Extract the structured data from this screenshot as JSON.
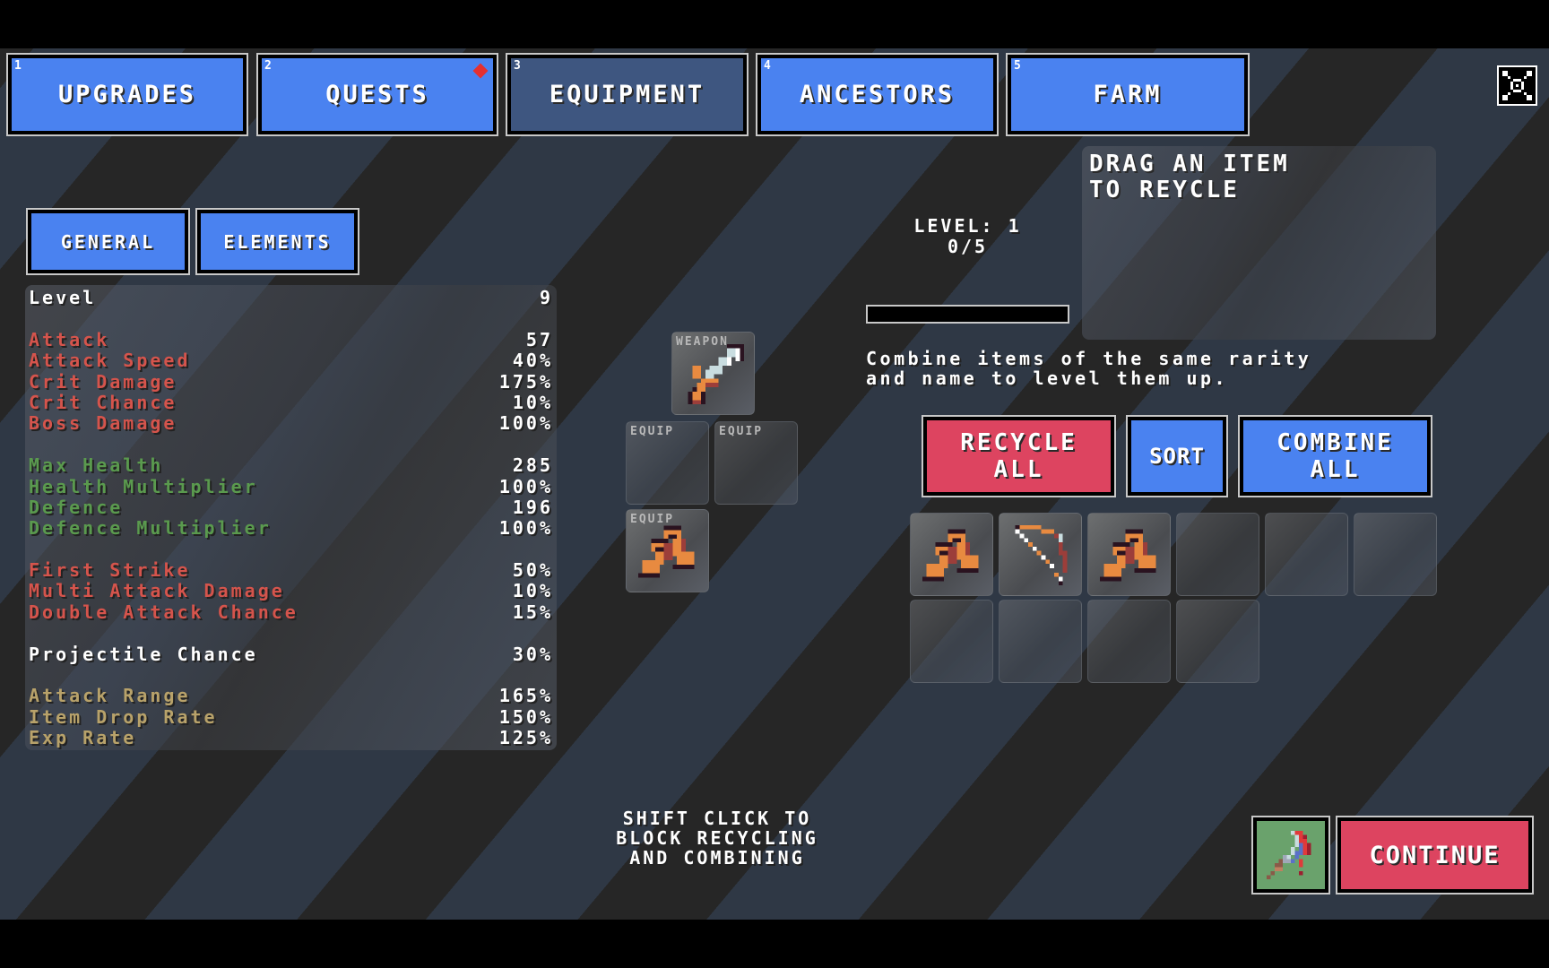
{
  "nav_tabs": [
    {
      "key": "1",
      "label": "UPGRADES",
      "active": false,
      "badge": false
    },
    {
      "key": "2",
      "label": "QUESTS",
      "active": false,
      "badge": true
    },
    {
      "key": "3",
      "label": "EQUIPMENT",
      "active": true,
      "badge": false
    },
    {
      "key": "4",
      "label": "ANCESTORS",
      "active": false,
      "badge": false
    },
    {
      "key": "5",
      "label": "FARM",
      "active": false,
      "badge": false
    }
  ],
  "fullscreen_icon": "expand-arrows-icon",
  "sub_tabs": [
    {
      "label": "GENERAL"
    },
    {
      "label": "ELEMENTS"
    }
  ],
  "stats": {
    "level": {
      "label": "Level",
      "value": "9"
    },
    "offense": [
      {
        "label": "Attack",
        "value": "57"
      },
      {
        "label": "Attack Speed",
        "value": "40%"
      },
      {
        "label": "Crit Damage",
        "value": "175%"
      },
      {
        "label": "Crit Chance",
        "value": "10%"
      },
      {
        "label": "Boss Damage",
        "value": "100%"
      }
    ],
    "defense": [
      {
        "label": "Max Health",
        "value": "285"
      },
      {
        "label": "Health Multiplier",
        "value": "100%"
      },
      {
        "label": "Defence",
        "value": "196"
      },
      {
        "label": "Defence Multiplier",
        "value": "100%"
      }
    ],
    "special": [
      {
        "label": "First Strike",
        "value": "50%"
      },
      {
        "label": "Multi Attack Damage",
        "value": "10%"
      },
      {
        "label": "Double Attack Chance",
        "value": "15%"
      }
    ],
    "projectile": {
      "label": "Projectile Chance",
      "value": "30%"
    },
    "utility": [
      {
        "label": "Attack Range",
        "value": "165%"
      },
      {
        "label": "Item Drop Rate",
        "value": "150%"
      },
      {
        "label": "Exp Rate",
        "value": "125%"
      }
    ]
  },
  "equipment_slots": {
    "weapon": {
      "label": "WEAPON",
      "item": "sword-icon"
    },
    "equip1": {
      "label": "EQUIP",
      "item": null
    },
    "equip2": {
      "label": "EQUIP",
      "item": null
    },
    "equip3": {
      "label": "EQUIP",
      "item": "boots-icon"
    }
  },
  "recycler": {
    "level_text": "LEVEL: 1",
    "progress_text": "0/5",
    "progress_pct": 0,
    "drop_zone_text_1": "DRAG AN ITEM",
    "drop_zone_text_2": "TO REYCLE"
  },
  "combine_hint_1": "Combine items of the same rarity",
  "combine_hint_2": "and name to level them up.",
  "actions": {
    "recycle_all_1": "RECYCLE",
    "recycle_all_2": "ALL",
    "sort": "SORT",
    "combine_all_1": "COMBINE",
    "combine_all_2": "ALL"
  },
  "inventory": [
    "boots-icon",
    "bow-icon",
    "boots-icon",
    null,
    null,
    null,
    null,
    null,
    null,
    null
  ],
  "footer_hint": [
    "SHIFT CLICK TO",
    "BLOCK RECYCLING",
    "AND COMBINING"
  ],
  "continue_label": "CONTINUE",
  "weapon_swap_icon": "scythe-icon",
  "colors": {
    "tab_blue": "#4a82f0",
    "tab_active": "#3e5680",
    "button_red": "#dd4460",
    "stat_red": "#d5544c",
    "stat_green": "#5a9a4e",
    "stat_gold": "#b8a26a"
  }
}
